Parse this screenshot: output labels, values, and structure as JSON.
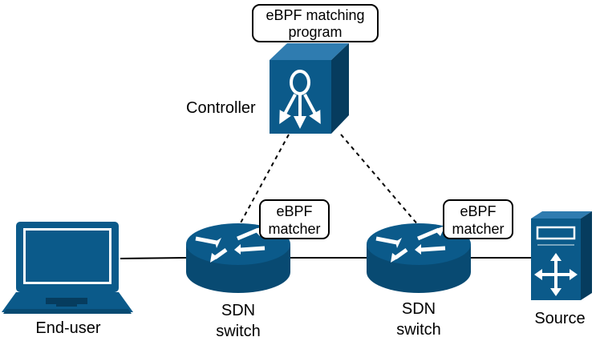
{
  "colors": {
    "device_blue": "#0b5a8a",
    "device_blue_dark": "#084a72",
    "device_blue_side": "#063c5e",
    "line": "#000000",
    "white": "#ffffff"
  },
  "nodes": {
    "controller": {
      "label": "Controller",
      "icon": "controller-cube-icon",
      "program_box": {
        "line1": "eBPF matching",
        "line2": "program"
      }
    },
    "switch_left": {
      "icon": "router-icon",
      "label_line1": "SDN",
      "label_line2": "switch",
      "matcher_box": {
        "line1": "eBPF",
        "line2": "matcher"
      }
    },
    "switch_right": {
      "icon": "router-icon",
      "label_line1": "SDN",
      "label_line2": "switch",
      "matcher_box": {
        "line1": "eBPF",
        "line2": "matcher"
      }
    },
    "end_user": {
      "label": "End-user",
      "icon": "laptop-icon"
    },
    "source": {
      "label": "Source",
      "icon": "server-icon"
    }
  },
  "links": [
    {
      "from": "controller",
      "to": "switch_left",
      "style": "dashed"
    },
    {
      "from": "controller",
      "to": "switch_right",
      "style": "dashed"
    },
    {
      "from": "end_user",
      "to": "switch_left",
      "style": "solid"
    },
    {
      "from": "switch_left",
      "to": "switch_right",
      "style": "solid"
    },
    {
      "from": "switch_right",
      "to": "source",
      "style": "solid"
    }
  ]
}
